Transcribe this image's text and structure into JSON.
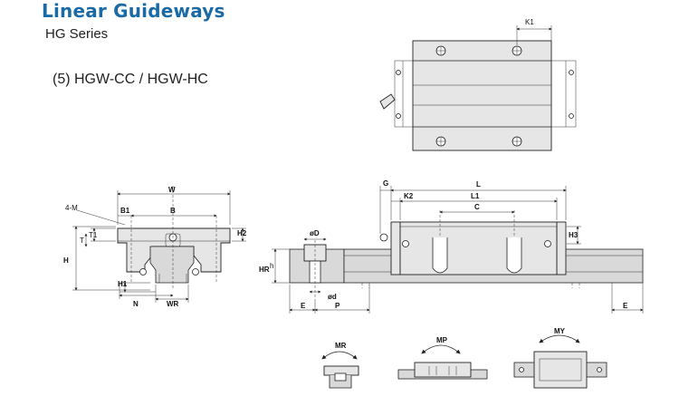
{
  "header": {
    "title": "Linear Guideways",
    "series": "HG Series",
    "model": "(5) HGW-CC / HGW-HC"
  },
  "labels": {
    "k1": "K1",
    "four_m": "4-M",
    "w": "W",
    "b1": "B1",
    "b": "B",
    "t1": "T1",
    "t": "T",
    "h2_left": "H2",
    "h_big": "H",
    "h1": "H1",
    "n": "N",
    "wr": "WR",
    "g": "G",
    "l": "L",
    "k2": "K2",
    "l1": "L1",
    "c": "C",
    "h3": "H3",
    "h_small": "h",
    "hr": "HR",
    "od": "øD",
    "od_small": "ød",
    "e_left": "E",
    "p": "P",
    "e_right": "E",
    "mr": "MR",
    "mp": "MP",
    "my": "MY"
  }
}
